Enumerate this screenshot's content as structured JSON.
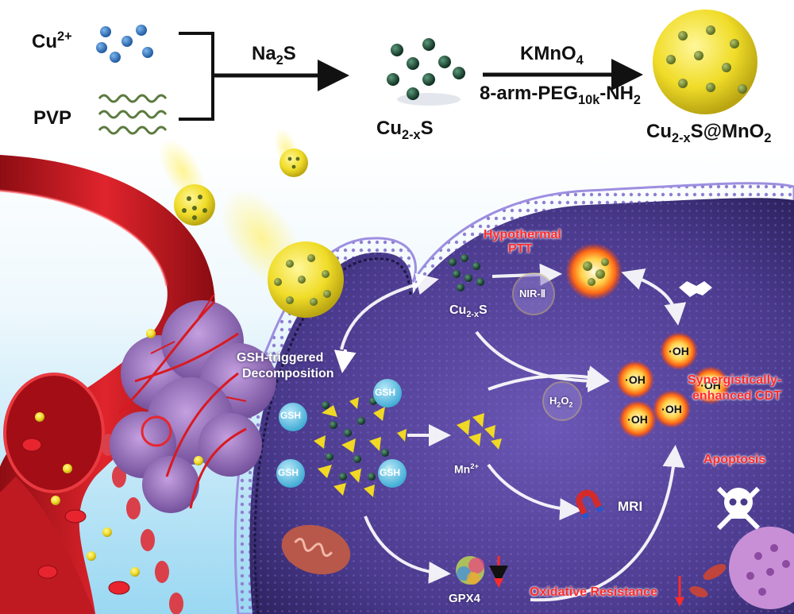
{
  "reagents": {
    "cu": "Cu",
    "cu_charge": "2+",
    "pvp": "PVP",
    "na2s_base": "Na",
    "na2s_sub": "2",
    "na2s_end": "S",
    "kmno4_base": "KMnO",
    "kmno4_sub": "4",
    "peg_a": "8-arm-PEG",
    "peg_sub": "10k",
    "peg_b": "-NH",
    "peg_sub2": "2"
  },
  "products": {
    "cu2xs_base": "Cu",
    "cu2xs_sub": "2-x",
    "cu2xs_end": "S",
    "core_base": "Cu",
    "core_sub": "2-x",
    "core_mid": "S@MnO",
    "core_sub2": "2"
  },
  "cell": {
    "gsh_line1": "GSH-triggered",
    "gsh_line2": "Decomposition",
    "gsh_badge": "GSH",
    "cu2xs_base": "Cu",
    "cu2xs_sub": "2-x",
    "cu2xs_end": "S",
    "nir": "NIR-Ⅱ",
    "h2o2_base": "H",
    "h2o2_sub": "2",
    "h2o2_mid": "O",
    "h2o2_sub2": "2",
    "mn_base": "Mn",
    "mn_charge": "2+",
    "mri": "MRI",
    "gpx4": "GPX4",
    "oh": "·OH"
  },
  "outcomes": {
    "ptt_line1": "Hypothermal",
    "ptt_line2": "PTT",
    "cdt_line1": "Synergistically-",
    "cdt_line2": "enhanced CDT",
    "apoptosis": "Apoptosis",
    "oxidative": "Oxidative Resistance"
  },
  "colors": {
    "cu_ion": "#2f6fb8",
    "cu2xs_dot": "#1d4a35",
    "shell": "#f2e12a",
    "cell": "#4a3a8c",
    "vessel": "#c8141c",
    "label_red": "#ff2a2a"
  }
}
